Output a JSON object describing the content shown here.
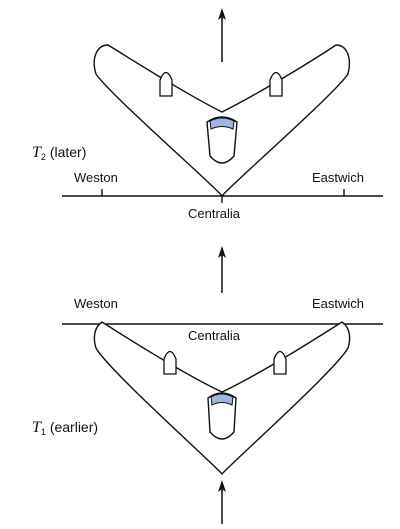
{
  "top_frame": {
    "time_symbol": "T",
    "time_subscript": "2",
    "time_note": "(later)",
    "left_town": "Weston",
    "center_town": "Centralia",
    "right_town": "Eastwich"
  },
  "bottom_frame": {
    "time_symbol": "T",
    "time_subscript": "1",
    "time_note": "(earlier)",
    "left_town": "Weston",
    "center_town": "Centralia",
    "right_town": "Eastwich"
  }
}
